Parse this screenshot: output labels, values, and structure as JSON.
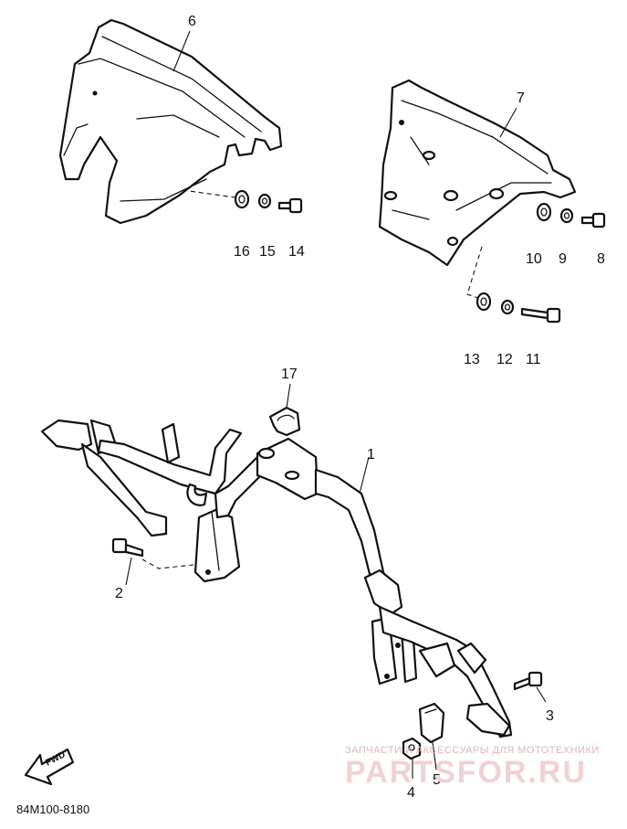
{
  "callouts": [
    {
      "id": "1",
      "label": "1"
    },
    {
      "id": "2",
      "label": "2"
    },
    {
      "id": "3",
      "label": "3"
    },
    {
      "id": "4",
      "label": "4"
    },
    {
      "id": "5",
      "label": "5"
    },
    {
      "id": "6",
      "label": "6"
    },
    {
      "id": "7",
      "label": "7"
    },
    {
      "id": "8",
      "label": "8"
    },
    {
      "id": "9",
      "label": "9"
    },
    {
      "id": "10",
      "label": "10"
    },
    {
      "id": "11",
      "label": "11"
    },
    {
      "id": "12",
      "label": "12"
    },
    {
      "id": "13",
      "label": "13"
    },
    {
      "id": "14",
      "label": "14"
    },
    {
      "id": "15",
      "label": "15"
    },
    {
      "id": "16",
      "label": "16"
    },
    {
      "id": "17",
      "label": "17"
    }
  ],
  "diagram_code": "84M100-8180",
  "direction_label": "FWD",
  "watermark": {
    "tagline": "ЗАПЧАСТИ И АКСЕССУАРЫ ДЛЯ МОТОТЕХНИКИ",
    "brand": "PARTSFOR.RU"
  }
}
